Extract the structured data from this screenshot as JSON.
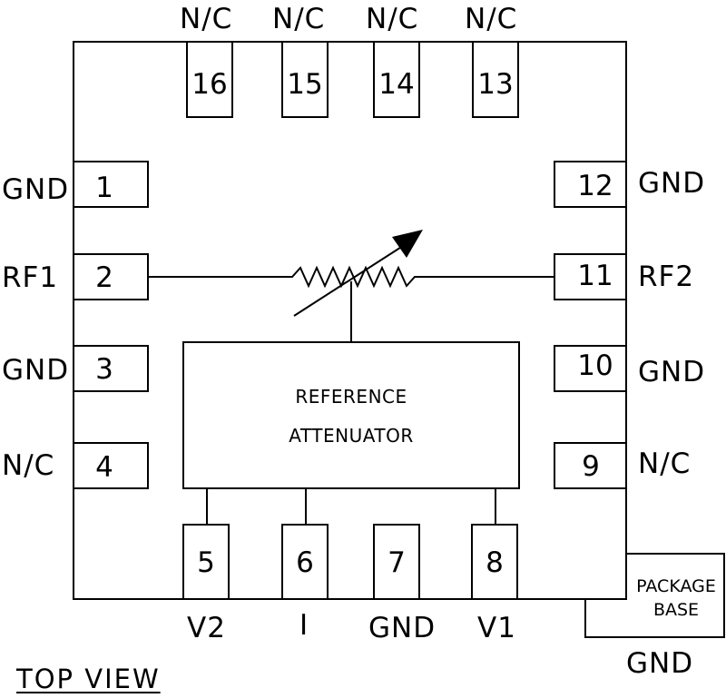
{
  "view_label": "TOP VIEW",
  "core": {
    "line1": "REFERENCE",
    "line2": "ATTENUATOR"
  },
  "package_base": {
    "line1": "PACKAGE",
    "line2": "BASE",
    "pin_label": "GND"
  },
  "pins": [
    {
      "number": "1",
      "label": "GND"
    },
    {
      "number": "2",
      "label": "RF1"
    },
    {
      "number": "3",
      "label": "GND"
    },
    {
      "number": "4",
      "label": "N/C"
    },
    {
      "number": "5",
      "label": "V2"
    },
    {
      "number": "6",
      "label": "I"
    },
    {
      "number": "7",
      "label": "GND"
    },
    {
      "number": "8",
      "label": "V1"
    },
    {
      "number": "9",
      "label": "N/C"
    },
    {
      "number": "10",
      "label": "GND"
    },
    {
      "number": "11",
      "label": "RF2"
    },
    {
      "number": "12",
      "label": "GND"
    },
    {
      "number": "13",
      "label": "N/C"
    },
    {
      "number": "14",
      "label": "N/C"
    },
    {
      "number": "15",
      "label": "N/C"
    },
    {
      "number": "16",
      "label": "N/C"
    }
  ]
}
